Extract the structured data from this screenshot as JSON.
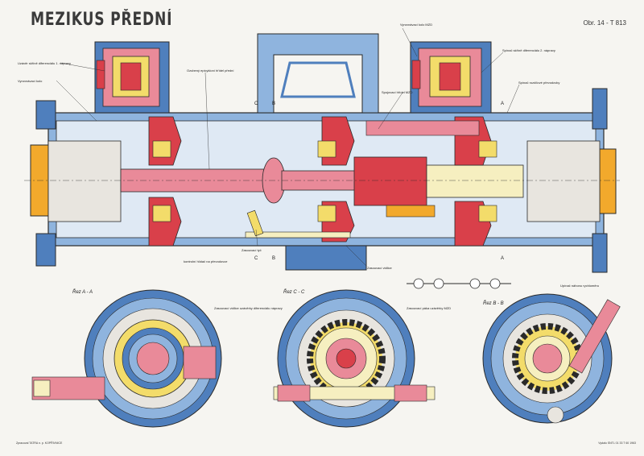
{
  "title": "MEZIKUS PŘEDNÍ",
  "reference": "Obr. 14 - T 813",
  "labels": {
    "a1": "Uzávěr skříně diferenciálu 1. nápravy",
    "a2": "Vyrovnávací kolo",
    "a3": "Ozubený epicykloní hřídel přední",
    "a4": "Vyrovnávací kolo MZD",
    "a5": "Spojovací hřídel MZD",
    "a6": "Spínač skříně diferenciálu 2. nápravy",
    "a7": "Spínač rozdílové převodovky",
    "a8": "Zasouvací tyč",
    "a9": "Zasouvací vidlice",
    "a10": "Zasouvací vidlice uzávěrky diferenciálu nápravy",
    "a11": "Zasouvací páka uzávěrky MZD",
    "a12": "Upínač náhonu rychloměru",
    "a13": "kontrolní hlídač na převodovce",
    "mark_c": "C",
    "mark_b": "B",
    "mark_a": "A"
  },
  "sections": {
    "aa": "Řez A - A",
    "cc": "Řez C - C",
    "bb": "Řez B - B"
  },
  "footer": {
    "left": "Zpracoval TATRA n. p. KOPŘIVNICE",
    "right": "Vydalo SNTL 01 33 T 60 1963"
  },
  "colors": {
    "blue": "#4f7fbd",
    "lightblue": "#8fb4de",
    "pink": "#e98a99",
    "red": "#d9404a",
    "yellow": "#f3dc6a",
    "orange": "#f2a92c",
    "cream": "#f6efc0",
    "grey": "#d5d2cc",
    "outline": "#2a2a2a"
  }
}
